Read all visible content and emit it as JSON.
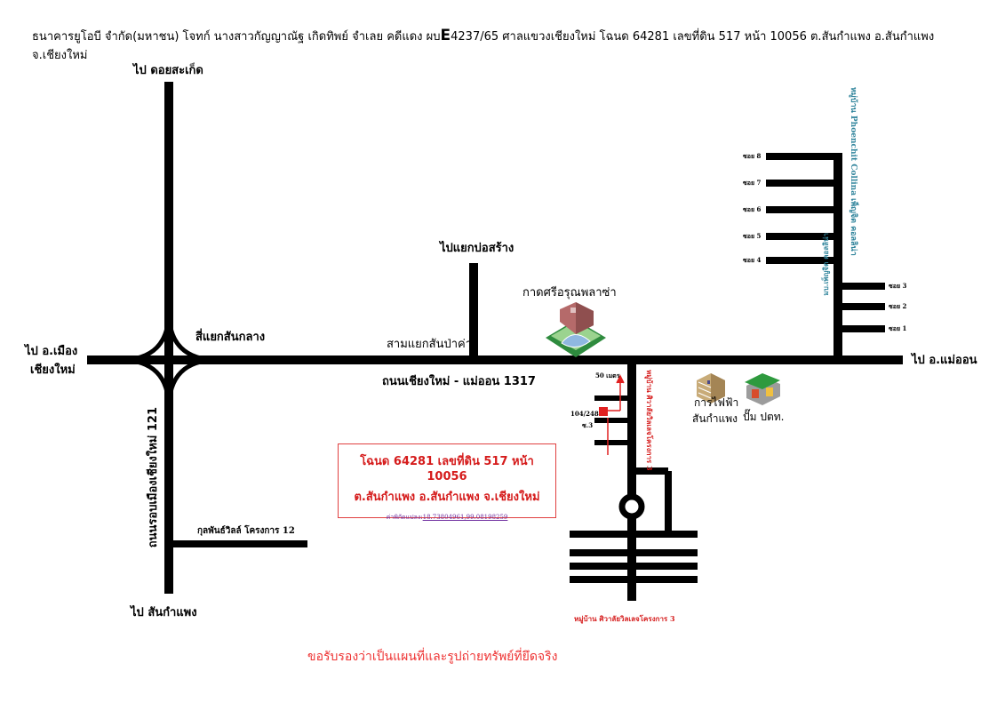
{
  "header": {
    "text_a": "ธนาคารยูโอบี จำกัด(มหาชน) โจทก์  นางสาวกัญญาณัฐ เกิดทิพย์  จำเลย  คดีแดง ผบ",
    "text_big": "E",
    "text_b": "4237/65  ศาลแขวงเชียงใหม่  โฉนด 64281 เลขที่ดิน 517 หน้า 10056 ต.สันกำแพง อ.สันกำแพง จ.เชียงใหม่"
  },
  "map": {
    "to_doi_saket": "ไป ดอยสะเก็ด",
    "to_mueang": "ไป อ.เมือง",
    "to_mueang_2": "เชียงใหม่",
    "intersection": "สี่แยกสันกลาง",
    "ring_road": "ถนนรอบเมืองเชียงใหม่ 121",
    "to_san_kamphaeng": "ไป สันกำแพง",
    "kul_phan": "กุลพันธ์วิลล์ โครงการ 12",
    "to_bo_sang": "ไปแยกบ่อสร้าง",
    "sam_yaek": "สามแยกสันป่าค่า",
    "main_road": "ถนนเชียงใหม่ - แม่ออน 1317",
    "pizza": "กาดศรีอรุณพลาซ่า",
    "to_mae_on": "ไป อ.แม่ออน",
    "pea": "การไฟฟ้า",
    "pea_2": "สันกำแพง",
    "ptt": "ปั๊ม ปตท.",
    "distance": "50 เมตร",
    "plot_no": "104/248",
    "soi3_left": "ซ.3",
    "village_side": "หมู่บ้าน ศิวาลัยวิลเลจโครงการ 3",
    "village_bottom": "หมู่บ้าน ศิวาลัยวิลเลจโครงการ 3",
    "phoenchit": "หมู่บ้าน Phoenchit Collina เพ็ญจิต คอลลิน่า",
    "phoenchit_road": "มบ.เพ็ญจิต คอลลิน่า",
    "soi_upper": [
      "ซอย 8",
      "ซอย 7",
      "ซอย 6",
      "ซอย 5",
      "ซอย 4"
    ],
    "soi_lower": [
      "ซอย 3",
      "ซอย 2",
      "ซอย 1"
    ]
  },
  "deed": {
    "line1": "โฉนด 64281  เลขที่ดิน 517 หน้า 10056",
    "line2": "ต.สันกำแพง  อ.สันกำแพง  จ.เชียงใหม่",
    "coord_label": "ค่าพิกัดแปลง:",
    "coord_value": "18.73804961,99.08198259"
  },
  "footer": "ขอรับรองว่าเป็นแผนที่และรูปถ่ายทรัพย์ที่ยึดจริง",
  "colors": {
    "road": "#000000",
    "accent_red": "#d51b1b",
    "accent_teal": "#31859c",
    "coord_purple": "#7030a0"
  },
  "icons": [
    "shopping-mall-icon",
    "electricity-office-icon",
    "gas-station-icon",
    "property-marker-icon"
  ]
}
